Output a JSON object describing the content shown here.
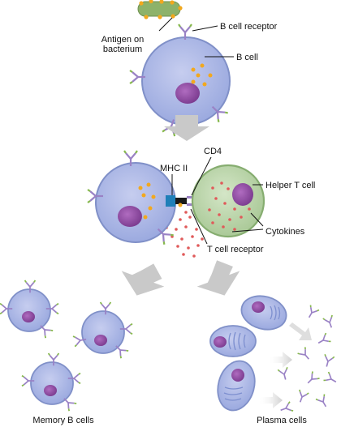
{
  "labels": {
    "antigen": [
      "Antigen on",
      "bacterium"
    ],
    "b_cell_receptor": "B cell receptor",
    "b_cell": "B cell",
    "cd4": "CD4",
    "mhc_ii": "MHC II",
    "helper_t_cell": "Helper T cell",
    "cytokines": "Cytokines",
    "t_cell_receptor": "T cell receptor",
    "memory_b_cells": "Memory B cells",
    "plasma_cells": "Plasma cells"
  },
  "colors": {
    "b_cell_fill": "#a7b3df",
    "b_cell_stroke": "#8d9ed7",
    "nucleus": "#8a4a9b",
    "helper_t_fill": "#b6d3a2",
    "helper_t_stroke": "#8fb77a",
    "bacterium": "#8db26a",
    "antigen_dot": "#f2a81e",
    "cytokine": "#e05a5a",
    "mhc": "#1f7fb8",
    "antibody_purple": "#9a82c5",
    "antibody_green": "#86b84c",
    "arrow_gray": "#c9c9c9"
  }
}
